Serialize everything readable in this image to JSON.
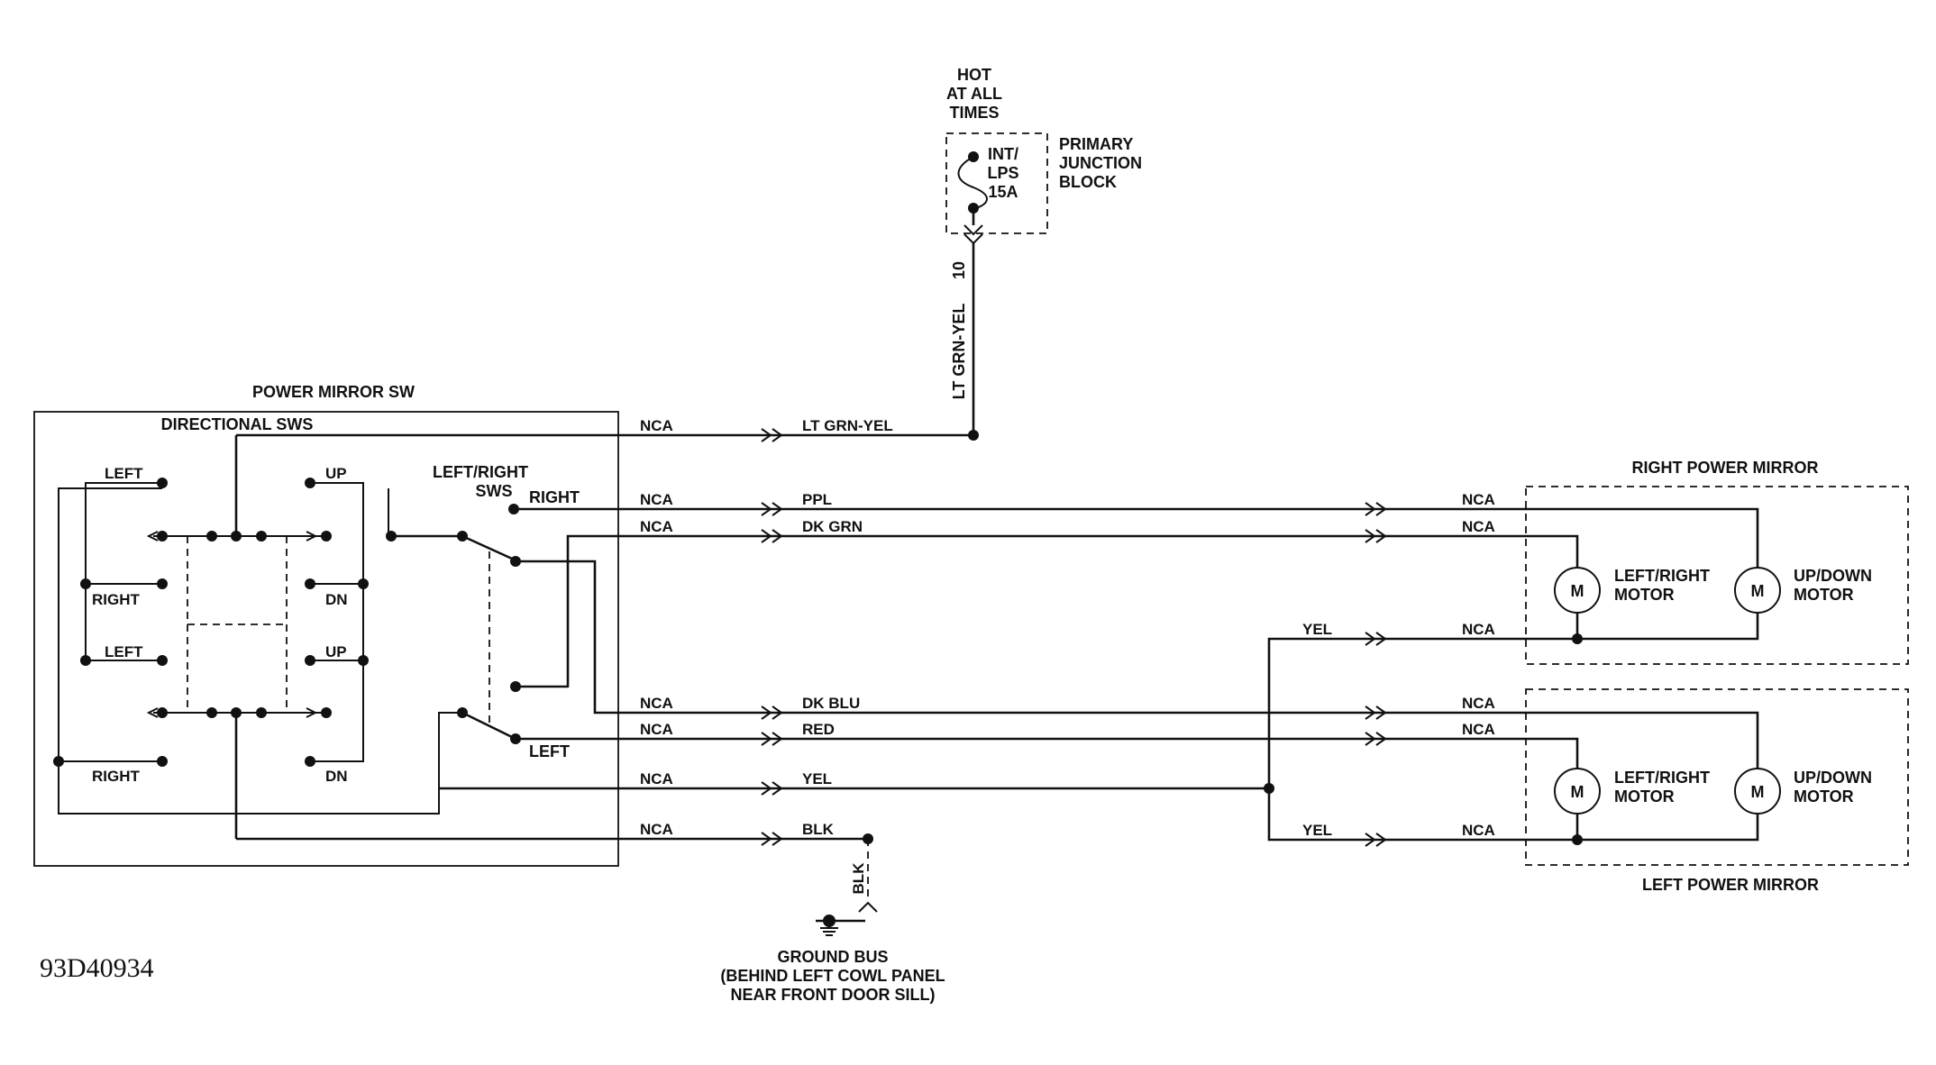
{
  "diagram": {
    "figure_code": "93D40934",
    "power_source": {
      "hot_line1": "HOT",
      "hot_line2": "AT ALL",
      "hot_line3": "TIMES",
      "fuse_line1": "INT/",
      "fuse_line2": "LPS",
      "fuse_line3": "15A",
      "block_line1": "PRIMARY",
      "block_line2": "JUNCTION",
      "block_line3": "BLOCK",
      "pin": "10",
      "wire": "LT GRN-YEL"
    },
    "switch": {
      "title": "POWER MIRROR SW",
      "directional": "DIRECTIONAL SWS",
      "lr_line1": "LEFT/RIGHT",
      "lr_line2": "SWS",
      "right": "RIGHT",
      "left": "LEFT",
      "dir_left_top": "LEFT",
      "dir_up_top": "UP",
      "dir_right_top": "RIGHT",
      "dir_dn_top": "DN",
      "dir_left_bot": "LEFT",
      "dir_up_bot": "UP",
      "dir_right_bot": "RIGHT",
      "dir_dn_bot": "DN"
    },
    "connector": "NCA",
    "wires": {
      "w1": "LT GRN-YEL",
      "w2": "PPL",
      "w3": "DK GRN",
      "w4": "DK BLU",
      "w5": "RED",
      "w6": "YEL",
      "w7": "BLK",
      "yel_top": "YEL",
      "yel_bot": "YEL",
      "blk_vert": "BLK"
    },
    "right_mirror": {
      "title": "RIGHT POWER MIRROR",
      "m1_l1": "LEFT/RIGHT",
      "m1_l2": "MOTOR",
      "m2_l1": "UP/DOWN",
      "m2_l2": "MOTOR"
    },
    "left_mirror": {
      "title": "LEFT POWER MIRROR",
      "m1_l1": "LEFT/RIGHT",
      "m1_l2": "MOTOR",
      "m2_l1": "UP/DOWN",
      "m2_l2": "MOTOR"
    },
    "motor_symbol": "M",
    "ground": {
      "line1": "GROUND BUS",
      "line2": "(BEHIND LEFT COWL PANEL",
      "line3": "NEAR FRONT DOOR SILL)"
    }
  }
}
